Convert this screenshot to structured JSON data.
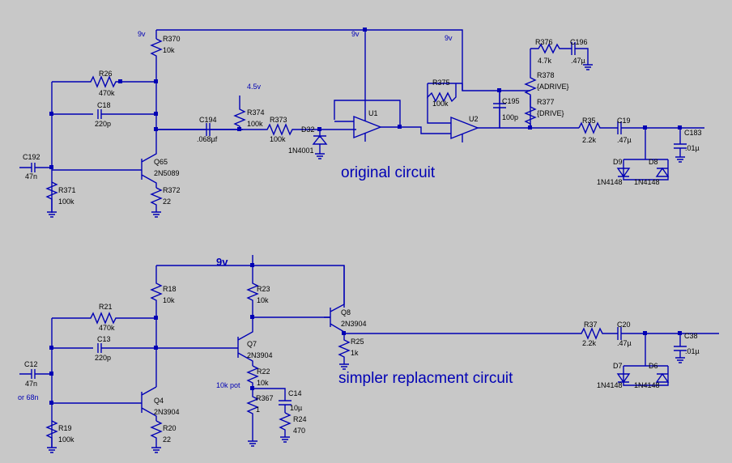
{
  "titles": {
    "original": "original circuit",
    "simpler": "simpler replacment circuit"
  },
  "nets": {
    "v9_top_left": "9v",
    "v9_top_mid": "9v",
    "v9_top_right": "9v",
    "v45": "4.5v",
    "v9_bottom": "9v",
    "pot_label": "10k pot",
    "or68n": "or 68n"
  },
  "components": {
    "R370": {
      "name": "R370",
      "value": "10k"
    },
    "R26": {
      "name": "R26",
      "value": "470k"
    },
    "C18": {
      "name": "C18",
      "value": "220p"
    },
    "C194": {
      "name": "C194",
      "value": ".068µf"
    },
    "R374": {
      "name": "R374",
      "value": "100k"
    },
    "R373": {
      "name": "R373",
      "value": "100k"
    },
    "D32": {
      "name": "D32",
      "value": "1N4001"
    },
    "U1": {
      "name": "U1"
    },
    "R375": {
      "name": "R375",
      "value": "100k"
    },
    "U2": {
      "name": "U2"
    },
    "C195": {
      "name": "C195",
      "value": "100p"
    },
    "R376": {
      "name": "R376",
      "value": "4.7k"
    },
    "C196": {
      "name": "C196",
      "value": ".47µ"
    },
    "R378": {
      "name": "R378",
      "value": "{ADRIVE}"
    },
    "R377": {
      "name": "R377",
      "value": "{DRIVE}"
    },
    "R35": {
      "name": "R35",
      "value": "2.2k"
    },
    "C19": {
      "name": "C19",
      "value": ".47µ"
    },
    "C183": {
      "name": "C183",
      "value": ".01µ"
    },
    "D9": {
      "name": "D9",
      "value": "1N4148"
    },
    "D8": {
      "name": "D8",
      "value": "1N4148"
    },
    "C192": {
      "name": "C192",
      "value": "47n"
    },
    "Q65": {
      "name": "Q65",
      "value": "2N5089"
    },
    "R371": {
      "name": "R371",
      "value": "100k"
    },
    "R372": {
      "name": "R372",
      "value": "22"
    },
    "R18": {
      "name": "R18",
      "value": "10k"
    },
    "R21": {
      "name": "R21",
      "value": "470k"
    },
    "C13": {
      "name": "C13",
      "value": "220p"
    },
    "C12": {
      "name": "C12",
      "value": "47n"
    },
    "Q4": {
      "name": "Q4",
      "value": "2N3904"
    },
    "R19": {
      "name": "R19",
      "value": "100k"
    },
    "R20": {
      "name": "R20",
      "value": "22"
    },
    "R23": {
      "name": "R23",
      "value": "10k"
    },
    "Q7": {
      "name": "Q7",
      "value": "2N3904"
    },
    "R22": {
      "name": "R22",
      "value": "10k"
    },
    "R367": {
      "name": "R367",
      "value": "1"
    },
    "C14": {
      "name": "C14",
      "value": "10µ"
    },
    "R24": {
      "name": "R24",
      "value": "470"
    },
    "Q8": {
      "name": "Q8",
      "value": "2N3904"
    },
    "R25": {
      "name": "R25",
      "value": "1k"
    },
    "R37": {
      "name": "R37",
      "value": "2.2k"
    },
    "C20": {
      "name": "C20",
      "value": ".47µ"
    },
    "C38": {
      "name": "C38",
      "value": ".01µ"
    },
    "D7": {
      "name": "D7",
      "value": "1N4148"
    },
    "D6": {
      "name": "D6",
      "value": "1N4148"
    }
  }
}
